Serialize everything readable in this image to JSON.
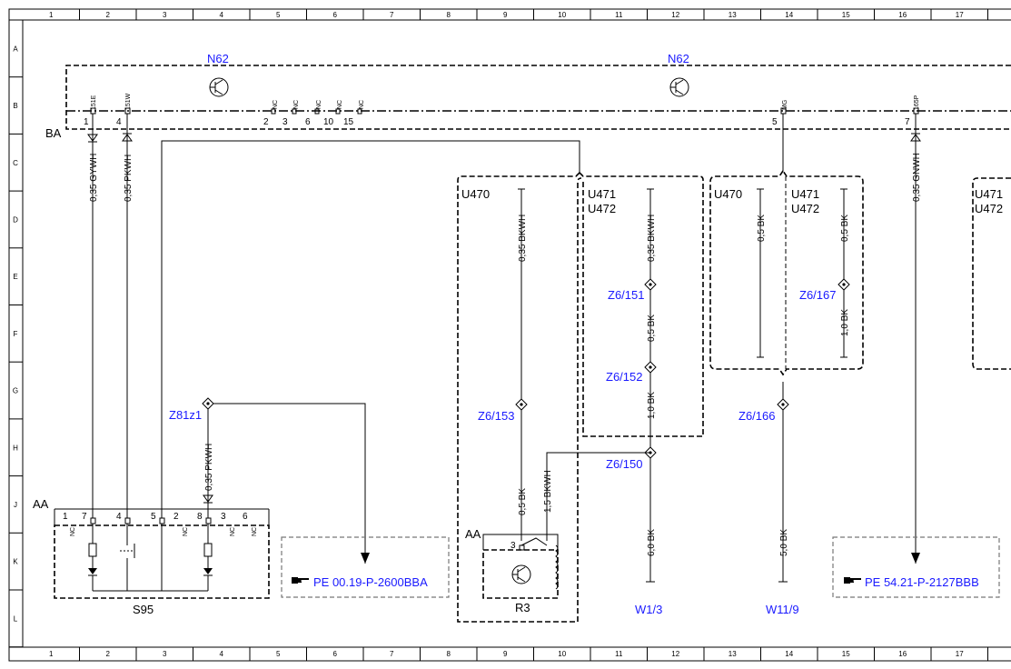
{
  "frame": {
    "columns": [
      "1",
      "2",
      "3",
      "4",
      "5",
      "6",
      "7",
      "8",
      "9",
      "10",
      "11",
      "12",
      "13",
      "14",
      "15",
      "16",
      "17"
    ],
    "rows": [
      "A",
      "B",
      "C",
      "D",
      "E",
      "F",
      "G",
      "H",
      "J",
      "K",
      "L"
    ]
  },
  "components": {
    "n62_left": "N62",
    "n62_right": "N62",
    "ba": "BA",
    "aa_left": "AA",
    "aa_right": "AA",
    "s95": "S95",
    "r3": "R3",
    "u470_a": "U470",
    "u471_a": "U471",
    "u472_a": "U472",
    "u470_b": "U470",
    "u471_b": "U471",
    "u472_b": "U472",
    "u471_c": "U471",
    "u472_c": "U472"
  },
  "connector_n62": {
    "pins": [
      "1",
      "4",
      "2",
      "3",
      "6",
      "10",
      "15",
      "5",
      "7"
    ],
    "signals": [
      "151E",
      "151W",
      "NC",
      "NC",
      "NC",
      "NC",
      "NC",
      "MG",
      "165P"
    ]
  },
  "connector_s95": {
    "pins": [
      "1",
      "7",
      "4",
      "5",
      "2",
      "8",
      "3",
      "6"
    ],
    "signals": [
      "NC",
      "NC",
      "NC",
      "NC"
    ]
  },
  "r3_pin": "3",
  "splices": [
    "Z81z1",
    "Z6/153",
    "Z6/151",
    "Z6/152",
    "Z6/150",
    "Z6/167",
    "Z6/166"
  ],
  "wires": [
    "0,35 GYWH",
    "0,35 PKWH",
    "0,35 GNWH",
    "0,35 BKWH",
    "0,35 BKWH",
    "0,5 BK",
    "0,5 BK",
    "0,5 BK",
    "1,0 BK",
    "1,0 BK",
    "0,35 PKWH",
    "0,5 BK",
    "1,5 BKWH",
    "6,0 BK",
    "5,0 BK"
  ],
  "grounds": [
    "W1/3",
    "W11/9"
  ],
  "references": [
    {
      "icon": "pointing-hand-icon",
      "text": "PE 00.19-P-2600BBA"
    },
    {
      "icon": "pointing-hand-icon",
      "text": "PE 54.21-P-2127BBB"
    }
  ],
  "colors": {
    "reference_text": "#1a1aff",
    "lines": "#000000",
    "reference_box": "#777777"
  }
}
